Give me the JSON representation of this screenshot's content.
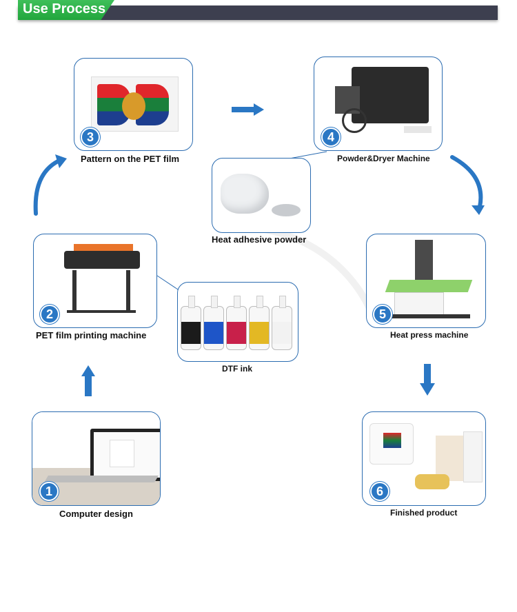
{
  "header": {
    "title": "Use Process"
  },
  "steps": [
    {
      "number": "1",
      "label": "Computer design"
    },
    {
      "number": "2",
      "label": "PET film printing machine"
    },
    {
      "number": "3",
      "label": "Pattern on the PET film"
    },
    {
      "number": "4",
      "label": "Powder&Dryer Machine"
    },
    {
      "number": "5",
      "label": "Heat press machine"
    },
    {
      "number": "6",
      "label": "Finished product"
    }
  ],
  "materials": [
    {
      "label": "DTF ink"
    },
    {
      "label": "Heat adhesive powder"
    }
  ],
  "colors": {
    "arrow": "#2a77c4",
    "card_border": "#2a6bb0",
    "header_bar": "#3d3f4f",
    "header_tab": "#2fb34a"
  },
  "ink_bottle_colors": [
    "#1b1b1b",
    "#1e55c8",
    "#c8204a",
    "#e3b824",
    "#f2f2f2"
  ]
}
